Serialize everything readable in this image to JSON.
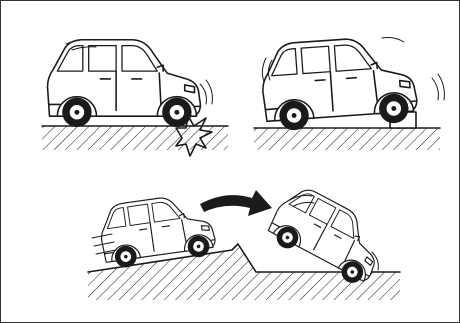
{
  "figure": {
    "panels": [
      {
        "name": "bump-impact"
      },
      {
        "name": "bump-climb"
      },
      {
        "name": "ramp-launch"
      }
    ],
    "colors": {
      "ink": "#1a1a1a",
      "background": "#ffffff",
      "frame": "#333333"
    },
    "icons": [
      "car-icon",
      "impact-burst-icon",
      "curved-arrow-icon",
      "motion-lines-icon"
    ]
  }
}
